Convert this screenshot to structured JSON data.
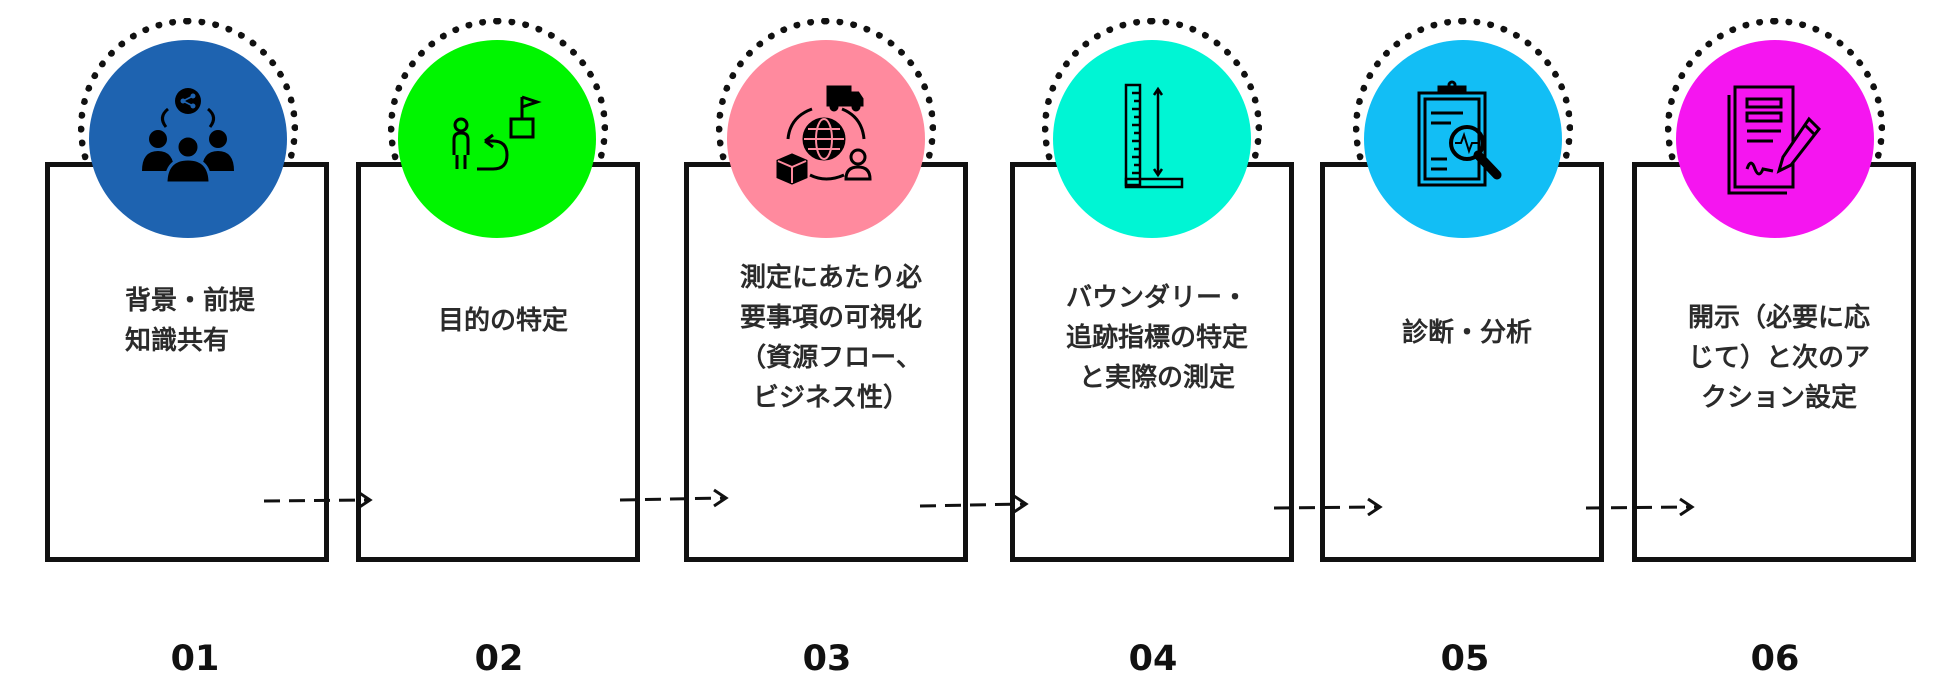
{
  "steps": [
    {
      "number": "01",
      "label": "背景・前提\n知識共有",
      "color": "#1E63B0",
      "icon": "people-share-icon"
    },
    {
      "number": "02",
      "label": "目的の特定",
      "color": "#00F500",
      "icon": "person-path-flag-icon"
    },
    {
      "number": "03",
      "label": "測定にあたり必\n要事項の可視化\n（資源フロー、\nビジネス性）",
      "color": "#FF8A9E",
      "icon": "globe-logistics-icon"
    },
    {
      "number": "04",
      "label": "バウンダリー・\n追跡指標の特定\nと実際の測定",
      "color": "#00F5D4",
      "icon": "measuring-ruler-icon"
    },
    {
      "number": "05",
      "label": "診断・分析",
      "color": "#12BEF5",
      "icon": "clipboard-magnifier-icon"
    },
    {
      "number": "06",
      "label": "開示（必要に応\nじて）と次のア\nクション設定",
      "color": "#F515F0",
      "icon": "document-pen-icon"
    }
  ]
}
